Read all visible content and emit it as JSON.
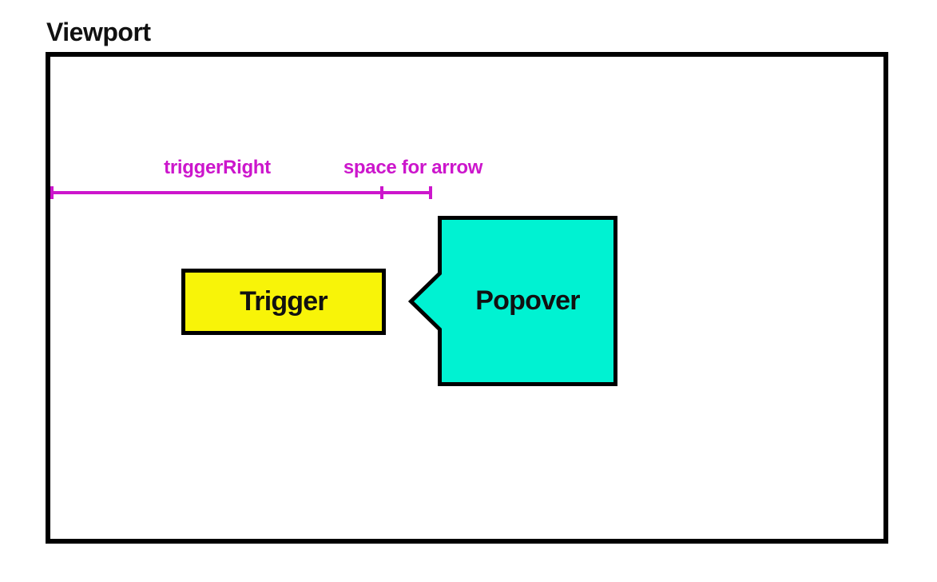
{
  "title": "Viewport",
  "trigger": {
    "label": "Trigger"
  },
  "popover": {
    "label": "Popover"
  },
  "annotations": {
    "trigger_right": "triggerRight",
    "arrow_space": "space for arrow"
  },
  "colors": {
    "background": "#ffffff",
    "outline": "#000000",
    "trigger_fill": "#f8f408",
    "popover_fill": "#00f2d2",
    "annotation": "#cc16cc",
    "text": "#111111"
  }
}
